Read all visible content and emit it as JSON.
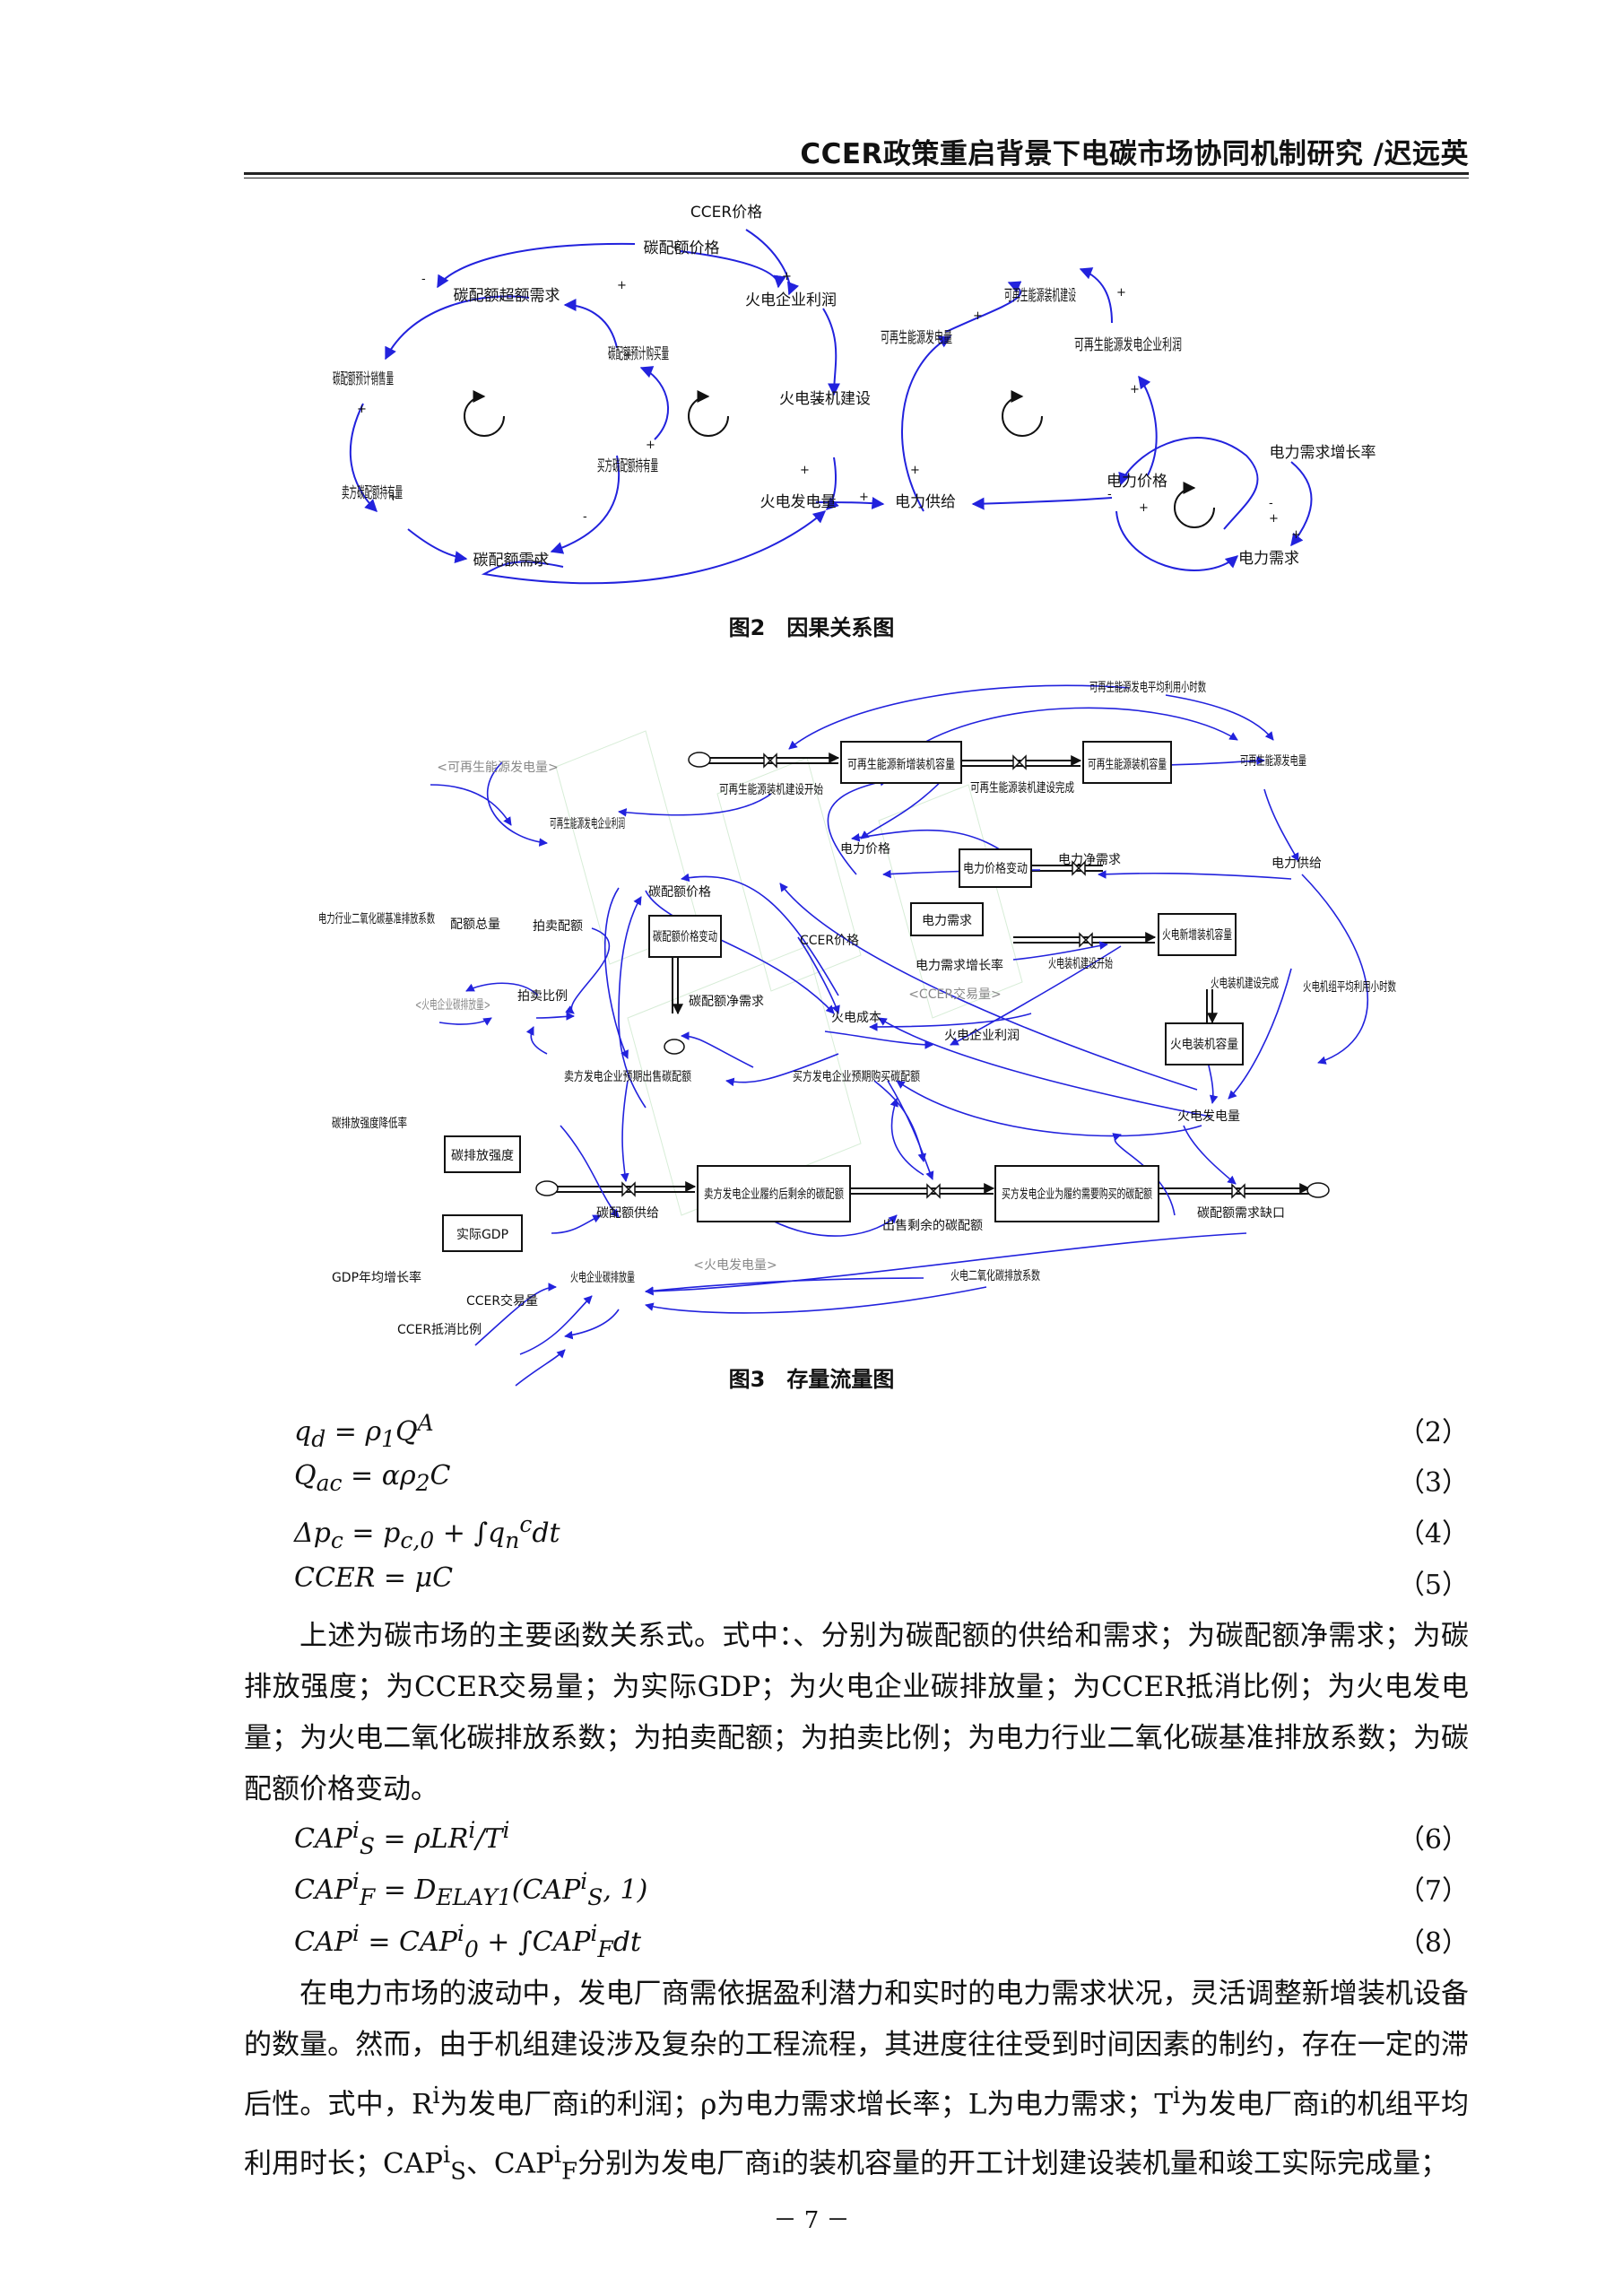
{
  "header": {
    "title": "CCER政策重启背景下电碳市场协同机制研究 /迟远英"
  },
  "figure2": {
    "caption": "图2　因果关系图",
    "nodes": {
      "ccer_price": "CCER价格",
      "allow_price": "碳配额价格",
      "excess_demand": "碳配额超额需求",
      "thermal_profit": "火电企业利润",
      "presale": "碳配额预计销售量",
      "prebuy": "碳配额预计购买量",
      "thermal_build": "火电装机建设",
      "seller_hold": "卖方碳配额持有量",
      "buyer_hold": "买方碳配额持有量",
      "allow_demand": "碳配额需求",
      "thermal_gen": "火电发电量",
      "power_supply": "电力供给",
      "re_gen": "可再生能源发电量",
      "re_build": "可再生能源装机建设",
      "re_profit": "可再生能源发电企业利润",
      "power_price": "电力价格",
      "demand_growth": "电力需求增长率",
      "power_demand": "电力需求"
    }
  },
  "figure3": {
    "caption": "图3　存量流量图",
    "stocks": {
      "re_new": "可再生能源新增装机容量",
      "re_cap": "可再生能源装机容量",
      "price_change": "电力价格变动",
      "power_demand": "电力需求",
      "th_new": "火电新增装机容量",
      "allow_price_change": "碳配额价格变动",
      "th_cap": "火电装机容量",
      "intensity": "碳排放强度",
      "seller_left": "卖方发电企业履约后剩余的碳配额",
      "buyer_need": "买方发电企业为履约需要购买的碳配额",
      "gdp": "实际GDP"
    },
    "vars": {
      "re_hours": "可再生能源发电平均利用小时数",
      "re_gen_ghost": "<可再生能源发电量>",
      "re_build_start": "可再生能源装机建设开始",
      "re_build_done": "可再生能源装机建设完成",
      "re_gen": "可再生能源发电量",
      "re_profit": "可再生能源发电企业利润",
      "power_price": "电力价格",
      "net_demand": "电力净需求",
      "power_supply": "电力供给",
      "baseline": "电力行业二氧化碳基准排放系数",
      "allow_total": "配额总量",
      "auction": "拍卖配额",
      "auction_ratio": "拍卖比例",
      "emission_ghost": "<火电企业碳排放量>",
      "allow_price": "碳配额价格",
      "ccer_price": "CCER价格",
      "growth": "电力需求增长率",
      "th_build_start": "火电装机建设开始",
      "th_build_done": "火电装机建设完成",
      "th_hours": "火电机组平均利用小时数",
      "ccer_ghost": "<CCER交易量>",
      "th_cost": "火电成本",
      "net_allow_demand": "碳配额净需求",
      "th_profit": "火电企业利润",
      "seller_expect": "卖方发电企业预期出售碳配额",
      "buyer_expect": "买方发电企业预期购买碳配额",
      "th_gen": "火电发电量",
      "intensity_rate": "碳排放强度降低率",
      "allow_supply": "碳配额供给",
      "sell_left": "出售剩余的碳配额",
      "gap": "碳配额需求缺口",
      "gdp_growth": "GDP年均增长率",
      "th_gen_ghost": "<火电发电量>",
      "emission": "火电企业碳排放量",
      "co2_coef": "火电二氧化碳排放系数",
      "ccer_volume": "CCER交易量",
      "ccer_ratio": "CCER抵消比例"
    }
  },
  "equations": [
    {
      "expr": "q<sub>d</sub> = ρ<sub>1</sub>Q<sup>A</sup>",
      "num": "（2）"
    },
    {
      "expr": "Q<sub>ac</sub> = αρ<sub>2</sub>C",
      "num": "（3）"
    },
    {
      "expr": "Δp<sub>c</sub> = p<sub>c,0</sub> + ∫q<sub>n</sub><sup>c</sup>dt",
      "num": "（4）"
    },
    {
      "expr": "CCER = μC",
      "num": "（5）"
    },
    {
      "expr": "CAP<sup>i</sup><sub>S</sub> = ρLR<sup>i</sup>/T<sup>i</sup>",
      "num": "（6）"
    },
    {
      "expr": "CAP<sup>i</sup><sub>F</sub> = D<sub>ELAY1</sub>(CAP<sup>i</sup><sub>S</sub>, 1)",
      "num": "（7）"
    },
    {
      "expr": "CAP<sup>i</sup> = CAP<sup>i</sup><sub>0</sub> + ∫CAP<sup>i</sup><sub>F</sub>dt",
      "num": "（8）"
    }
  ],
  "paragraphs": {
    "p1": "上述为碳市场的主要函数关系式。式中：、分别为碳配额的供给和需求；为碳配额净需求；为碳排放强度；为CCER交易量；为实际GDP；为火电企业碳排放量；为CCER抵消比例；为火电发电量；为火电二氧化碳排放系数；为拍卖配额；为拍卖比例；为电力行业二氧化碳基准排放系数；为碳配额价格变动。",
    "p2": "在电力市场的波动中，发电厂商需依据盈利潜力和实时的电力需求状况，灵活调整新增装机设备的数量。然而，由于机组建设涉及复杂的工程流程，其进度往往受到时间因素的制约，存在一定的滞后性。式中，R<sup>i</sup>为发电厂商i的利润；ρ为电力需求增长率；L为电力需求；T<sup>i</sup>为发电厂商i的机组平均利用时长；CAP<sup>i</sup><sub>S</sub>、CAP<sup>i</sup><sub>F</sub>分别为发电厂商i的装机容量的开工计划建设装机量和竣工实际完成量；"
  },
  "page_number": "－ 7 －",
  "colors": {
    "arrow": "#2222dd",
    "text": "#111111",
    "ghost": "#888888"
  }
}
